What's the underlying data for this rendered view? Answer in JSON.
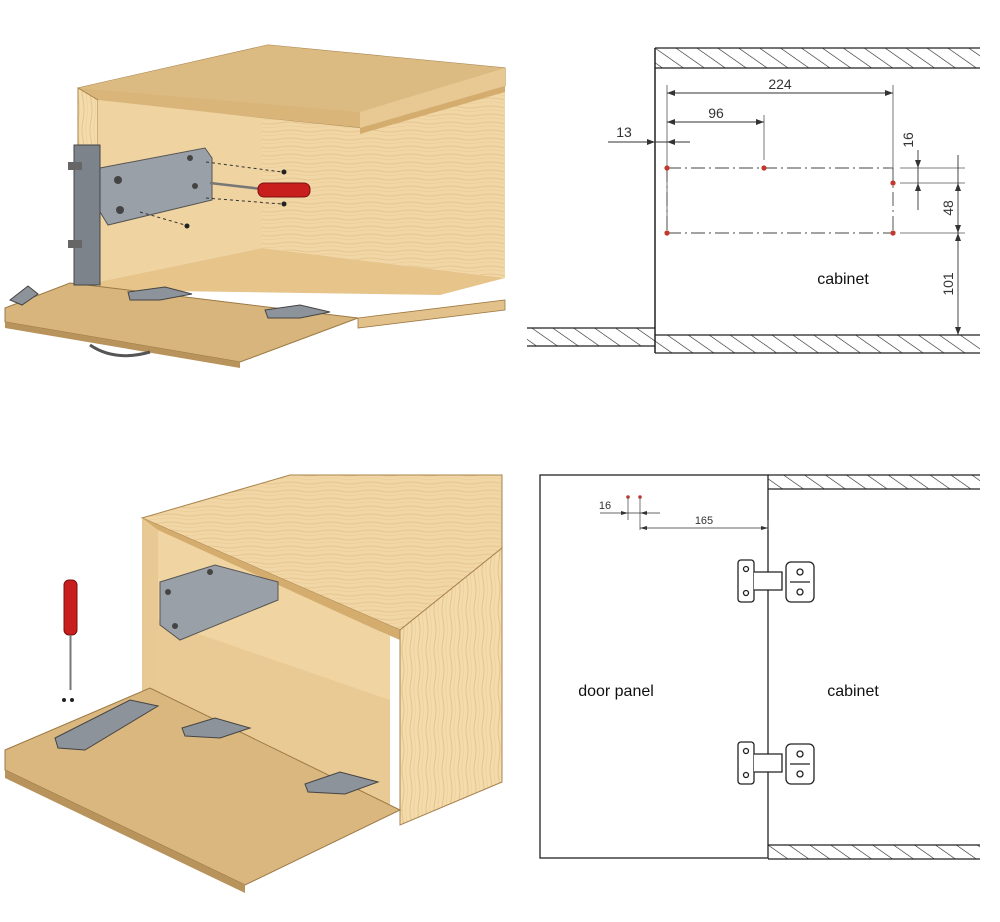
{
  "top_drawing": {
    "dimensions": {
      "d224": "224",
      "d96": "96",
      "d13": "13",
      "d16": "16",
      "d48": "48",
      "d101": "101"
    },
    "label_cabinet": "cabinet"
  },
  "bottom_drawing": {
    "dimensions": {
      "d16": "16",
      "d165": "165"
    },
    "label_door": "door panel",
    "label_cabinet": "cabinet"
  },
  "colors": {
    "wood_light": "#f3d9a9",
    "wood_mid": "#e8c88f",
    "wood_dark": "#d4ad6e",
    "mechanism_gray": "#8a8f96",
    "screwdriver_red": "#c81e1e",
    "hole_red": "#c0392b"
  }
}
